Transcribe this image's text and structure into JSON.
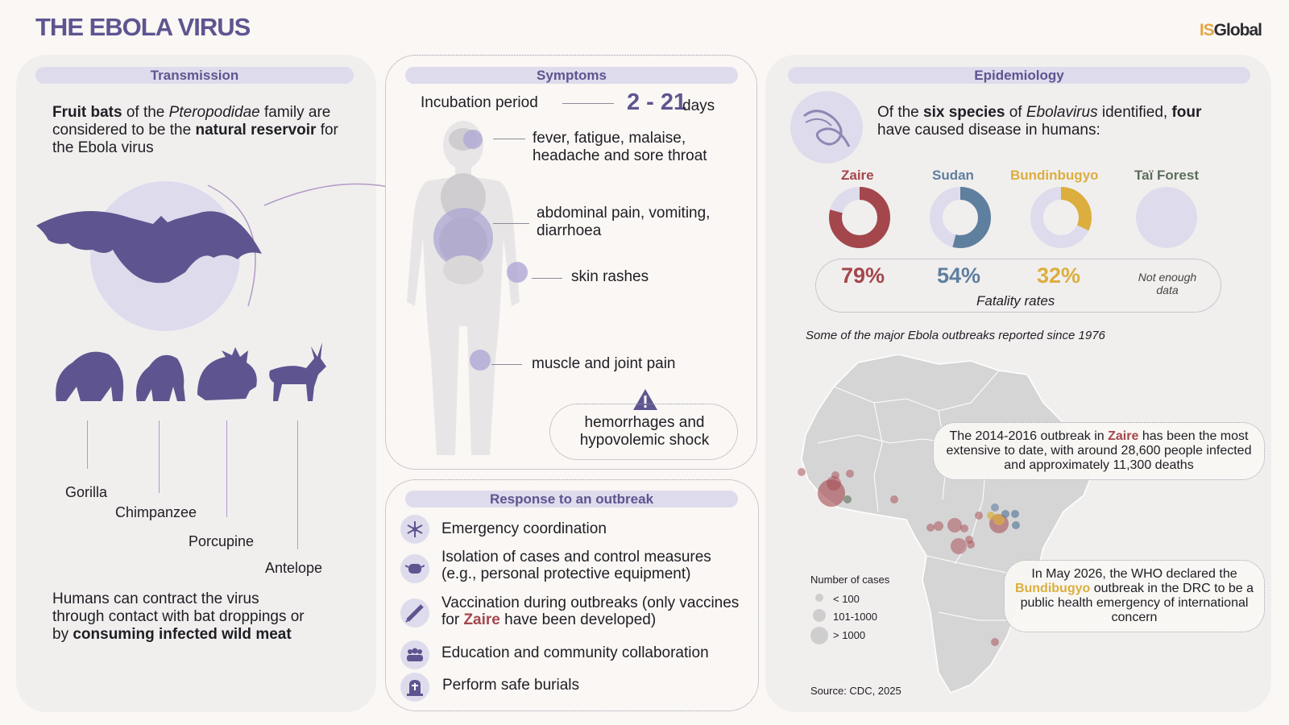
{
  "header": {
    "title": "THE EBOLA VIRUS",
    "logo_is": "IS",
    "logo_global": "Global"
  },
  "transmission": {
    "heading": "Transmission",
    "intro_b1": "Fruit bats",
    "intro_t1": " of the ",
    "intro_i1": "Pteropodidae",
    "intro_t2": " family are considered to be the ",
    "intro_b2": "natural reservoir",
    "intro_t3": " for the Ebola virus",
    "animals": [
      "Gorilla",
      "Chimpanzee",
      "Porcupine",
      "Antelope"
    ],
    "outro_t1": "Humans can contract the virus through contact with bat droppings or by ",
    "outro_b1": "consuming infected wild meat"
  },
  "symptoms": {
    "heading": "Symptoms",
    "incubation_label": "Incubation period",
    "incubation_value": "2 - 21",
    "incubation_unit": "days",
    "items": [
      "fever, fatigue, malaise, headache and sore throat",
      "abdominal pain, vomiting, diarrhoea",
      "skin rashes",
      "muscle and joint pain",
      "hemorrhages and hypovolemic shock"
    ]
  },
  "response": {
    "heading": "Response to an outbreak",
    "items": [
      {
        "label": "Emergency coordination",
        "icon": "network-icon"
      },
      {
        "label": "Isolation of cases and control measures (e.g., personal protective equipment)",
        "icon": "mask-icon"
      },
      {
        "label_t1": "Vaccination during outbreaks (only vaccines for ",
        "label_b": "Zaire",
        "label_t2": " have been developed)",
        "icon": "syringe-icon"
      },
      {
        "label": "Education and community collaboration",
        "icon": "people-icon"
      },
      {
        "label": "Perform safe burials",
        "icon": "grave-icon"
      }
    ]
  },
  "epidemiology": {
    "heading": "Epidemiology",
    "intro_t1": "Of the ",
    "intro_b1": "six species",
    "intro_t2": " of ",
    "intro_i1": "Ebolavirus",
    "intro_t3": " identified, ",
    "intro_b2": "four",
    "intro_t4": " have caused disease in humans:",
    "species": [
      {
        "name": "Zaire",
        "rate": "79%",
        "fraction": 0.79,
        "color": "#a3474d"
      },
      {
        "name": "Sudan",
        "rate": "54%",
        "fraction": 0.54,
        "color": "#5f7f9e"
      },
      {
        "name": "Bundinbugyo",
        "rate": "32%",
        "fraction": 0.32,
        "color": "#dcae3e"
      },
      {
        "name": "Taï Forest",
        "rate": "Not enough data",
        "fraction": 0,
        "color": "#5c6e5e"
      }
    ],
    "fatality_label": "Fatality rates",
    "map_title": "Some of the major Ebola outbreaks reported since 1976",
    "callout1_t1": "The 2014-2016 outbreak in ",
    "callout1_b": "Zaire",
    "callout1_t2": " has been the most extensive to date, with around 28,600 people infected and approximately 11,300 deaths",
    "callout2_t1": "In May 2026, the WHO declared the ",
    "callout2_b": "Bundibugyo",
    "callout2_t2": " outbreak in the DRC to be a public health emergency of international concern",
    "legend_title": "Number of cases",
    "legend_items": [
      "< 100",
      "101-1000",
      "> 1000"
    ],
    "source": "Source: CDC, 2025"
  },
  "colors": {
    "accent": "#5e5590",
    "pill": "#dedcec",
    "zaire": "#a3474d",
    "sudan": "#5f7f9e",
    "bundibugyo": "#dcae3e"
  }
}
